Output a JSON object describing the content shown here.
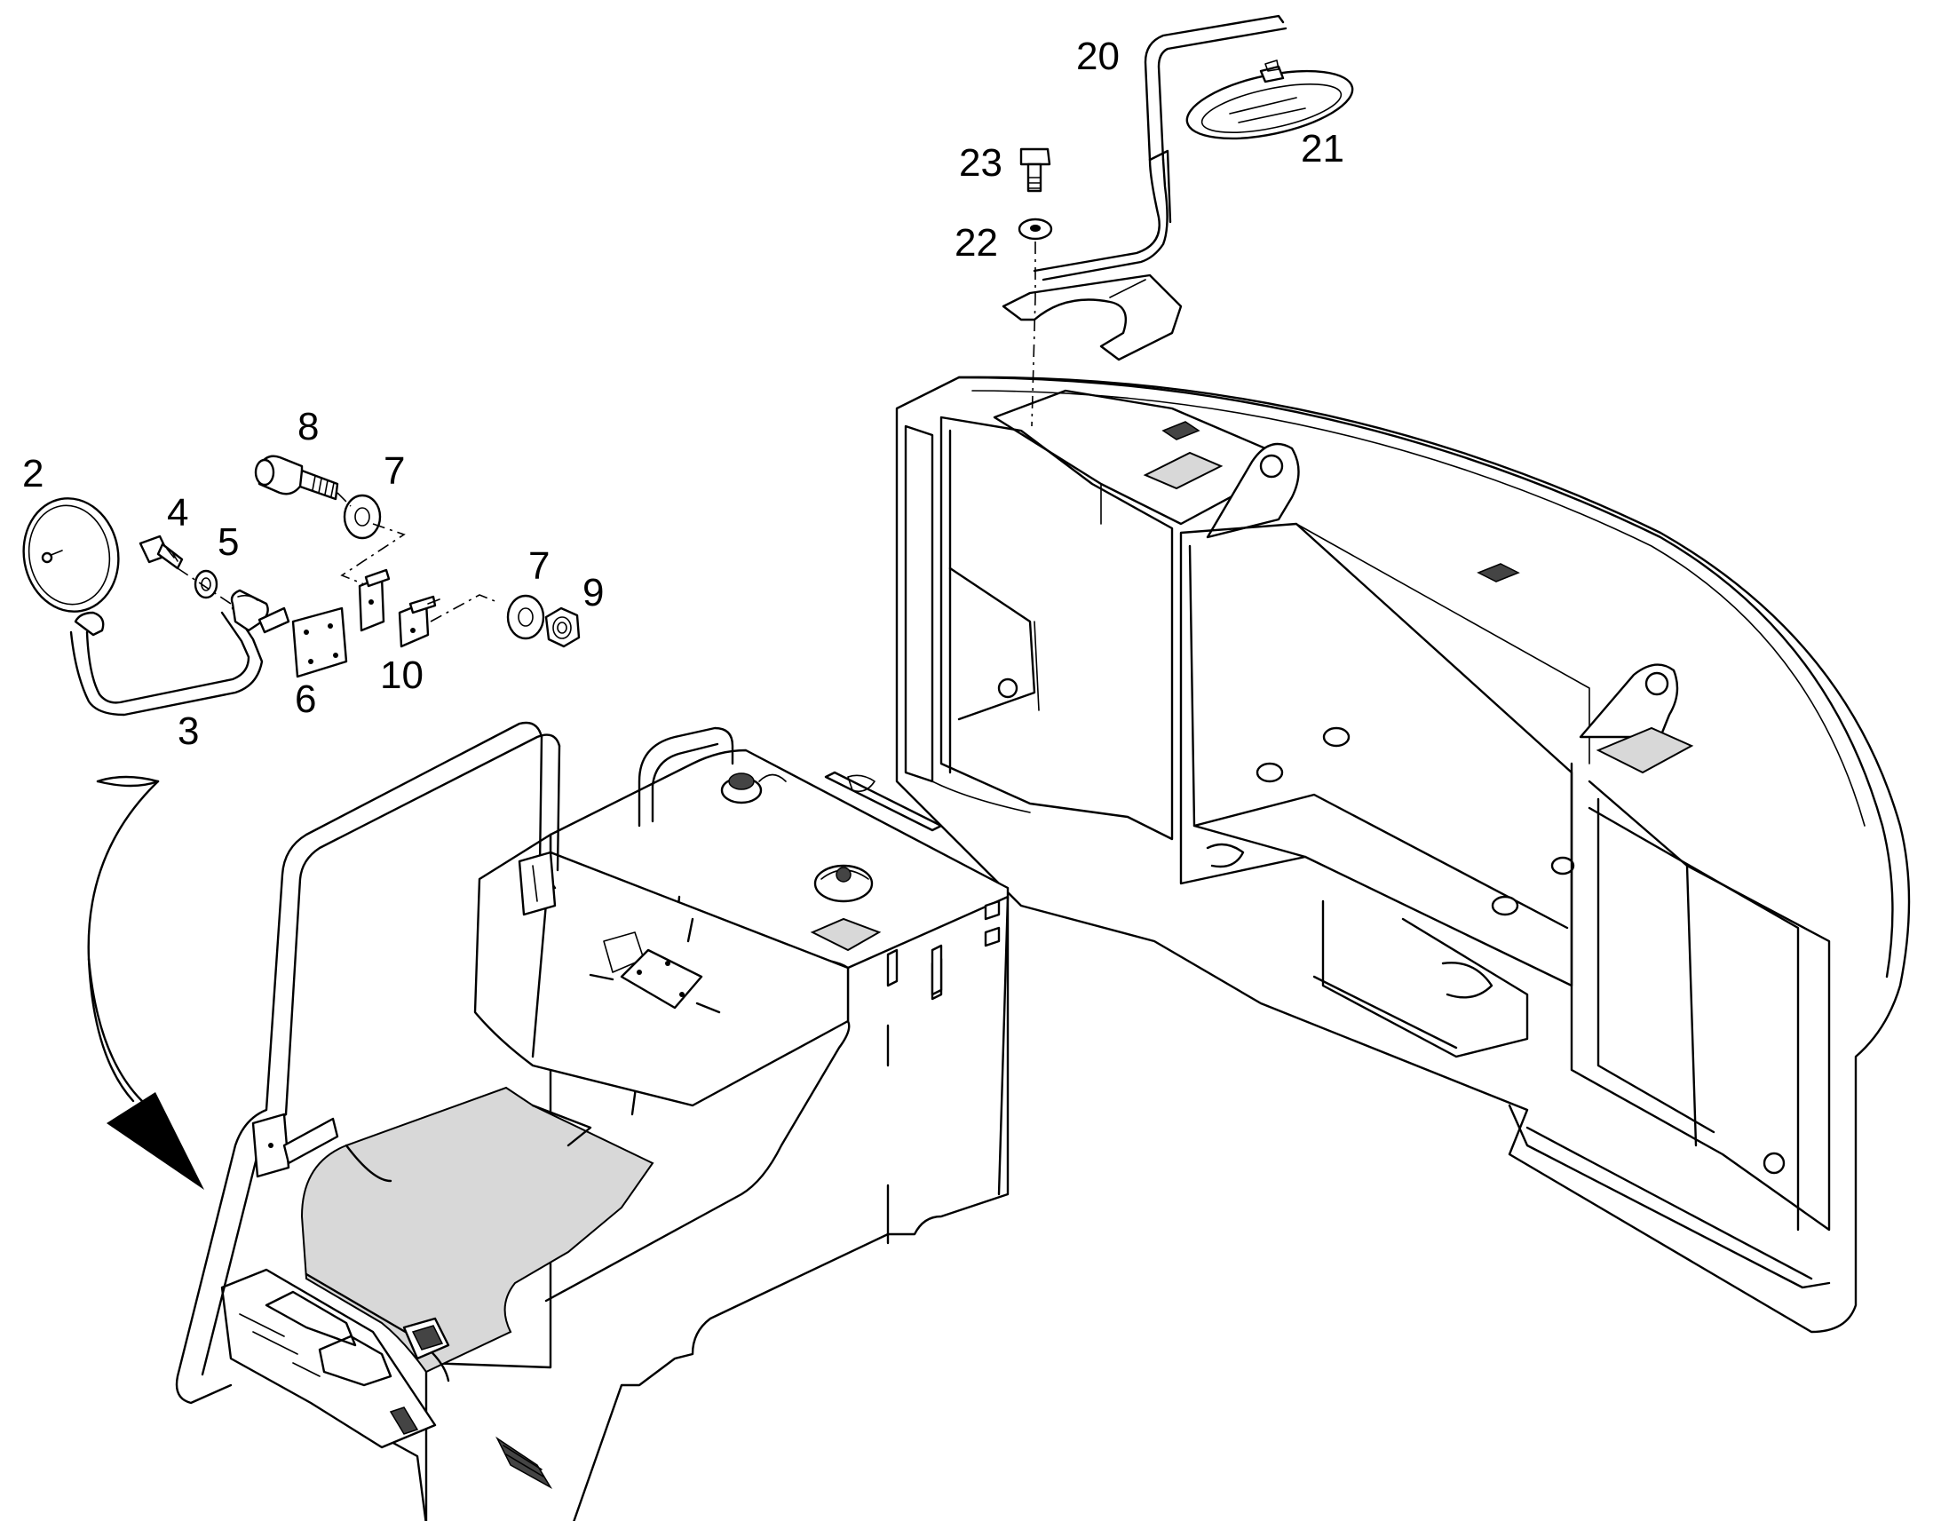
{
  "callouts": {
    "c2": "2",
    "c3": "3",
    "c4": "4",
    "c5": "5",
    "c6": "6",
    "c7a": "7",
    "c7b": "7",
    "c8": "8",
    "c9": "9",
    "c10": "10",
    "c20": "20",
    "c21": "21",
    "c22": "22",
    "c23": "23"
  }
}
